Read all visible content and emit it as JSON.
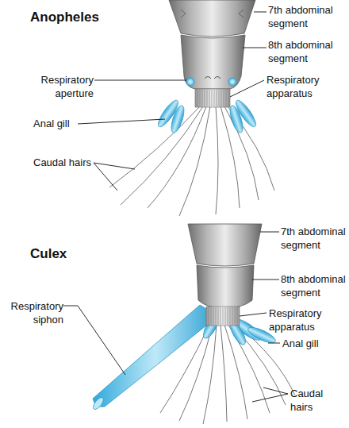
{
  "diagram": {
    "labels": [
      "Anopheles",
      "7th abdominal segment",
      "8th abdominal segment",
      "Respiratory aperture",
      "Respiratory apparatus",
      "Anal gill",
      "Caudal hairs",
      "Culex",
      "7th abdominal segment",
      "8th abdominal segment",
      "Respiratory siphon",
      "Respiratory apparatus",
      "Anal gill",
      "Caudal hairs"
    ]
  }
}
